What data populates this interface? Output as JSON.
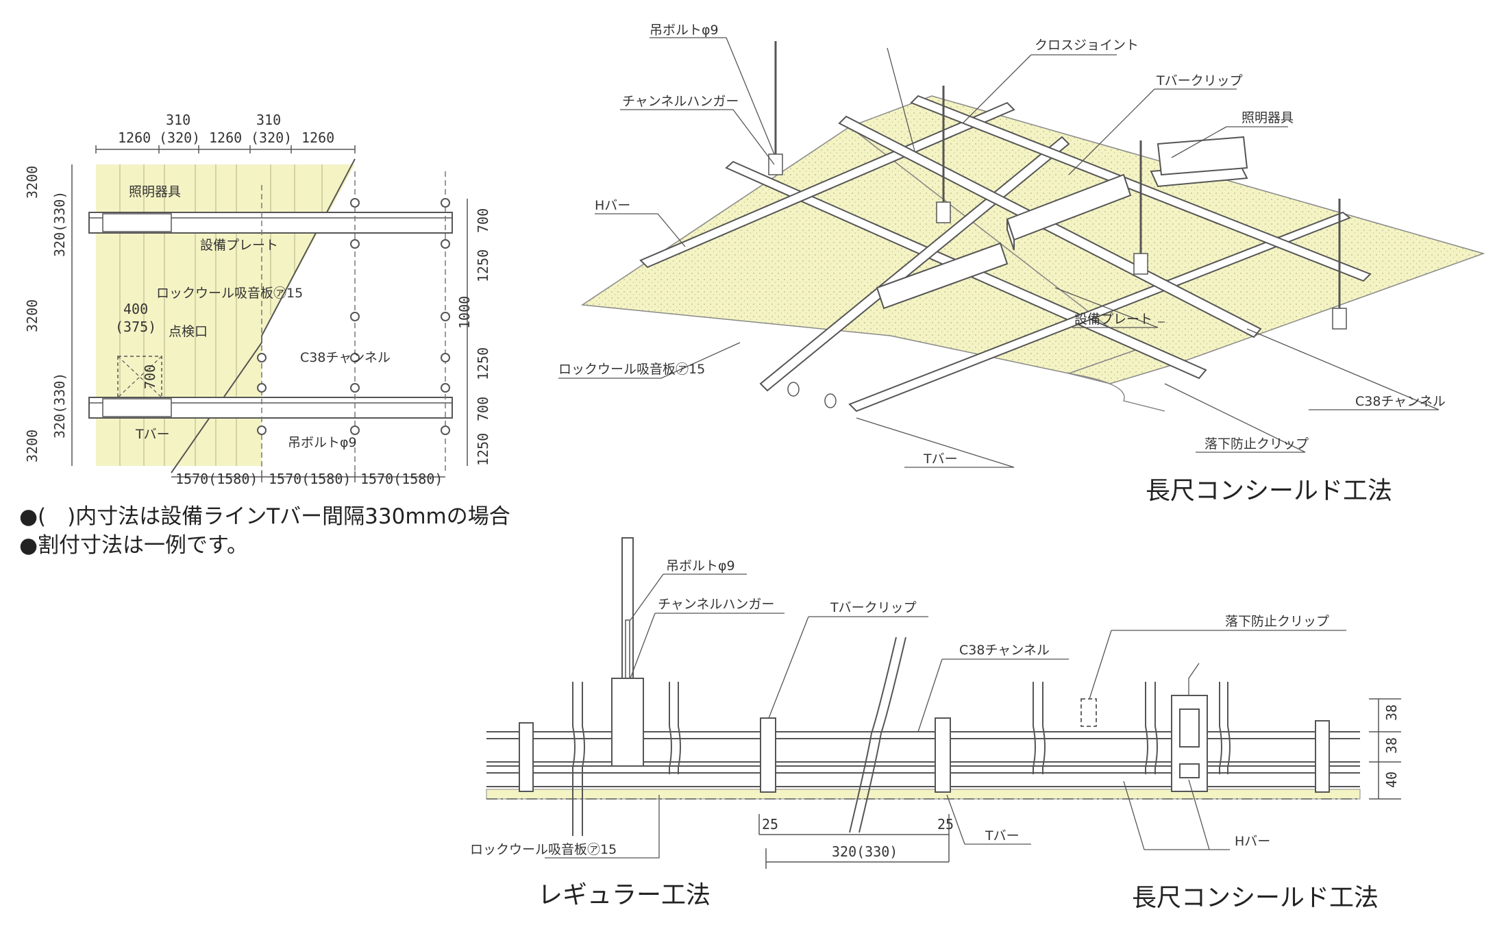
{
  "plan": {
    "top_dims": [
      "1260",
      "310",
      "(320)",
      "1260",
      "310",
      "(320)",
      "1260"
    ],
    "left_dims": [
      "3200",
      "320(330)",
      "3200",
      "320(330)",
      "3200"
    ],
    "right_dims": [
      "700",
      "1250",
      "1000",
      "1250",
      "700",
      "1250"
    ],
    "bottom_dims": [
      "1570(1580)",
      "1570(1580)",
      "1570(1580)"
    ],
    "hatch_dims": [
      "400",
      "(375)",
      "700"
    ],
    "labels": {
      "lighting": "照明器具",
      "equipment_plate": "設備プレート",
      "rockwool": "ロックウール吸音板㋐15",
      "inspection": "点検口",
      "c38": "C38チャンネル",
      "tbar": "Tバー",
      "bolt": "吊ボルトφ9"
    }
  },
  "notes": [
    "●(　)内寸法は設備ラインTバー間隔330mmの場合",
    "●割付寸法は一例です。"
  ],
  "iso": {
    "title": "長尺コンシールド工法",
    "labels": {
      "bolt": "吊ボルトφ9",
      "cross_joint": "クロスジョイント",
      "channel_hanger": "チャンネルハンガー",
      "tbar_clip": "Tバークリップ",
      "lighting": "照明器具",
      "hbar": "Hバー",
      "equipment_plate": "設備プレート",
      "rockwool": "ロックウール吸音板㋐15",
      "c38": "C38チャンネル",
      "anti_fall": "落下防止クリップ",
      "tbar": "Tバー"
    }
  },
  "section": {
    "title_left": "レギュラー工法",
    "title_right": "長尺コンシールド工法",
    "labels": {
      "bolt": "吊ボルトφ9",
      "channel_hanger": "チャンネルハンガー",
      "tbar_clip": "Tバークリップ",
      "c38": "C38チャンネル",
      "anti_fall": "落下防止クリップ",
      "rockwool": "ロックウール吸音板㋐15",
      "tbar": "Tバー",
      "hbar": "Hバー"
    },
    "dims": {
      "d25a": "25",
      "d25b": "25",
      "spacing": "320(330)",
      "h1": "38",
      "h2": "38",
      "h3": "40"
    }
  },
  "colors": {
    "board": "#f4f3c4",
    "line": "#555555",
    "metal": "#ffffff"
  }
}
